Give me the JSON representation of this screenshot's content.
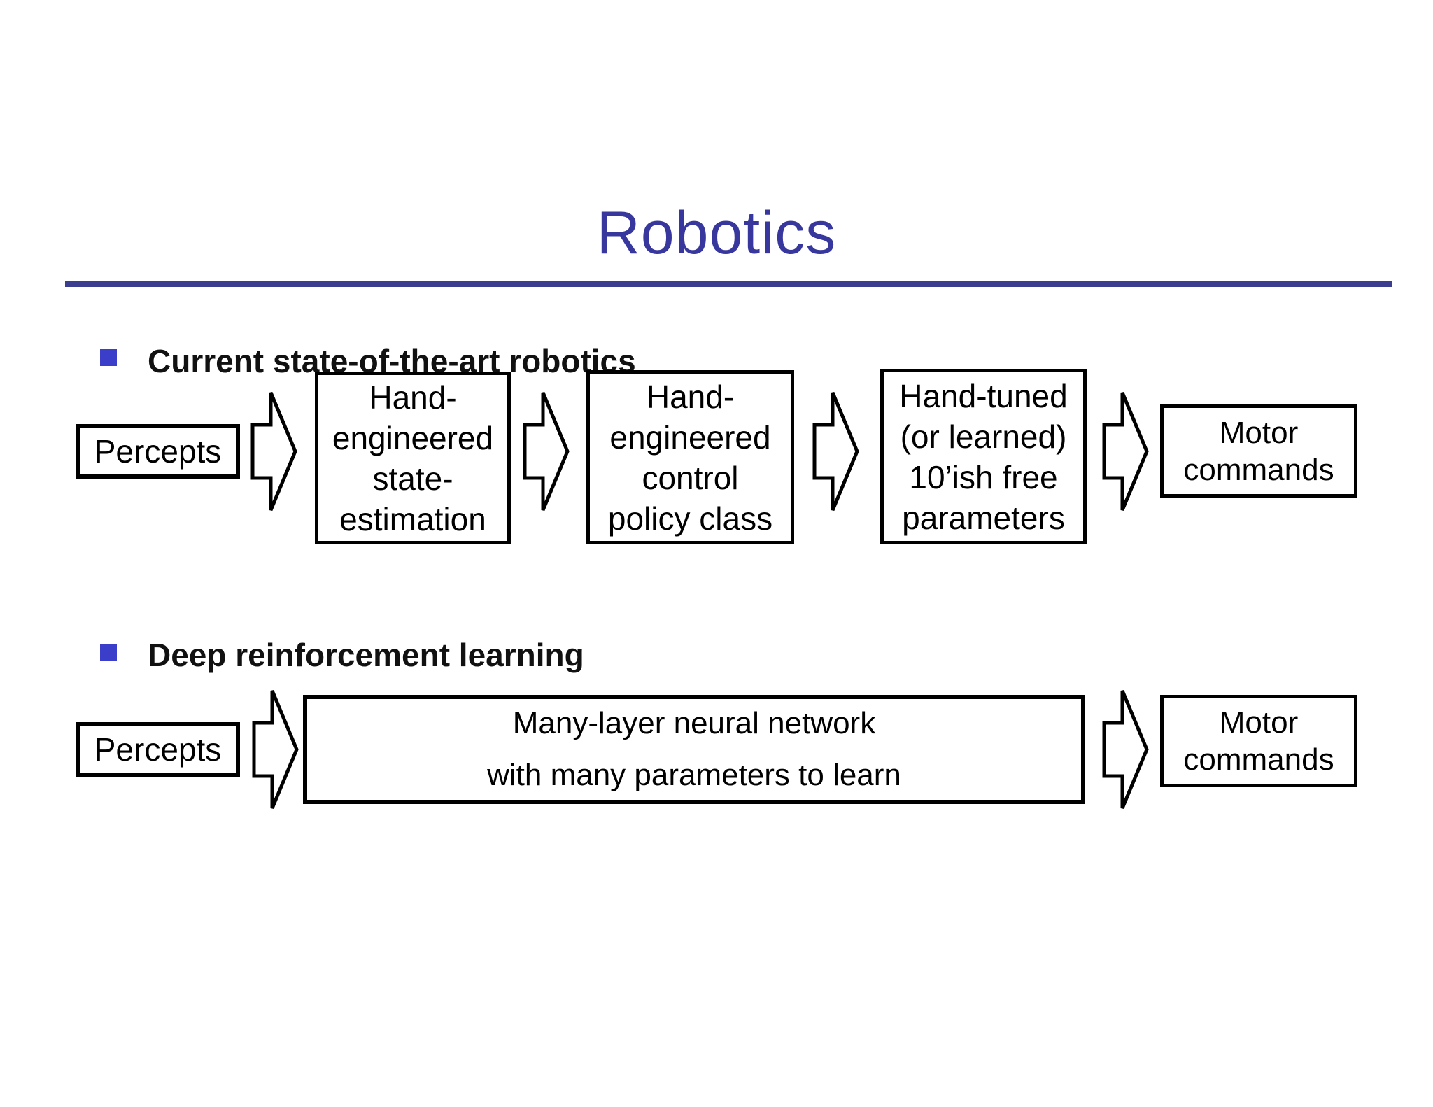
{
  "title": "Robotics",
  "colors": {
    "title_text": "#37379e",
    "title_underline": "#3b3d8e",
    "bullet_square": "#3a3ec9",
    "diagram_stroke": "#000000",
    "background": "#ffffff"
  },
  "section1": {
    "heading": "Current state-of-the-art robotics",
    "percepts_label": "Percepts",
    "state_box": {
      "l1": "Hand-",
      "l2": "engineered",
      "l3": "state-",
      "l4": "estimation"
    },
    "control_box": {
      "l1": "Hand-",
      "l2": "engineered",
      "l3": "control",
      "l4": "policy class"
    },
    "params_box": {
      "l1": "Hand-tuned",
      "l2": "(or learned)",
      "l3": "10’ish free",
      "l4": "parameters"
    },
    "motor_box": {
      "l1": "Motor",
      "l2": "commands"
    }
  },
  "section2": {
    "heading": "Deep reinforcement learning",
    "percepts_label": "Percepts",
    "network_box": {
      "l1": "Many-layer neural network",
      "l2": "with many parameters to learn"
    },
    "motor_box": {
      "l1": "Motor",
      "l2": "commands"
    }
  },
  "icons": {
    "flow_arrow": "right-block-arrow"
  }
}
